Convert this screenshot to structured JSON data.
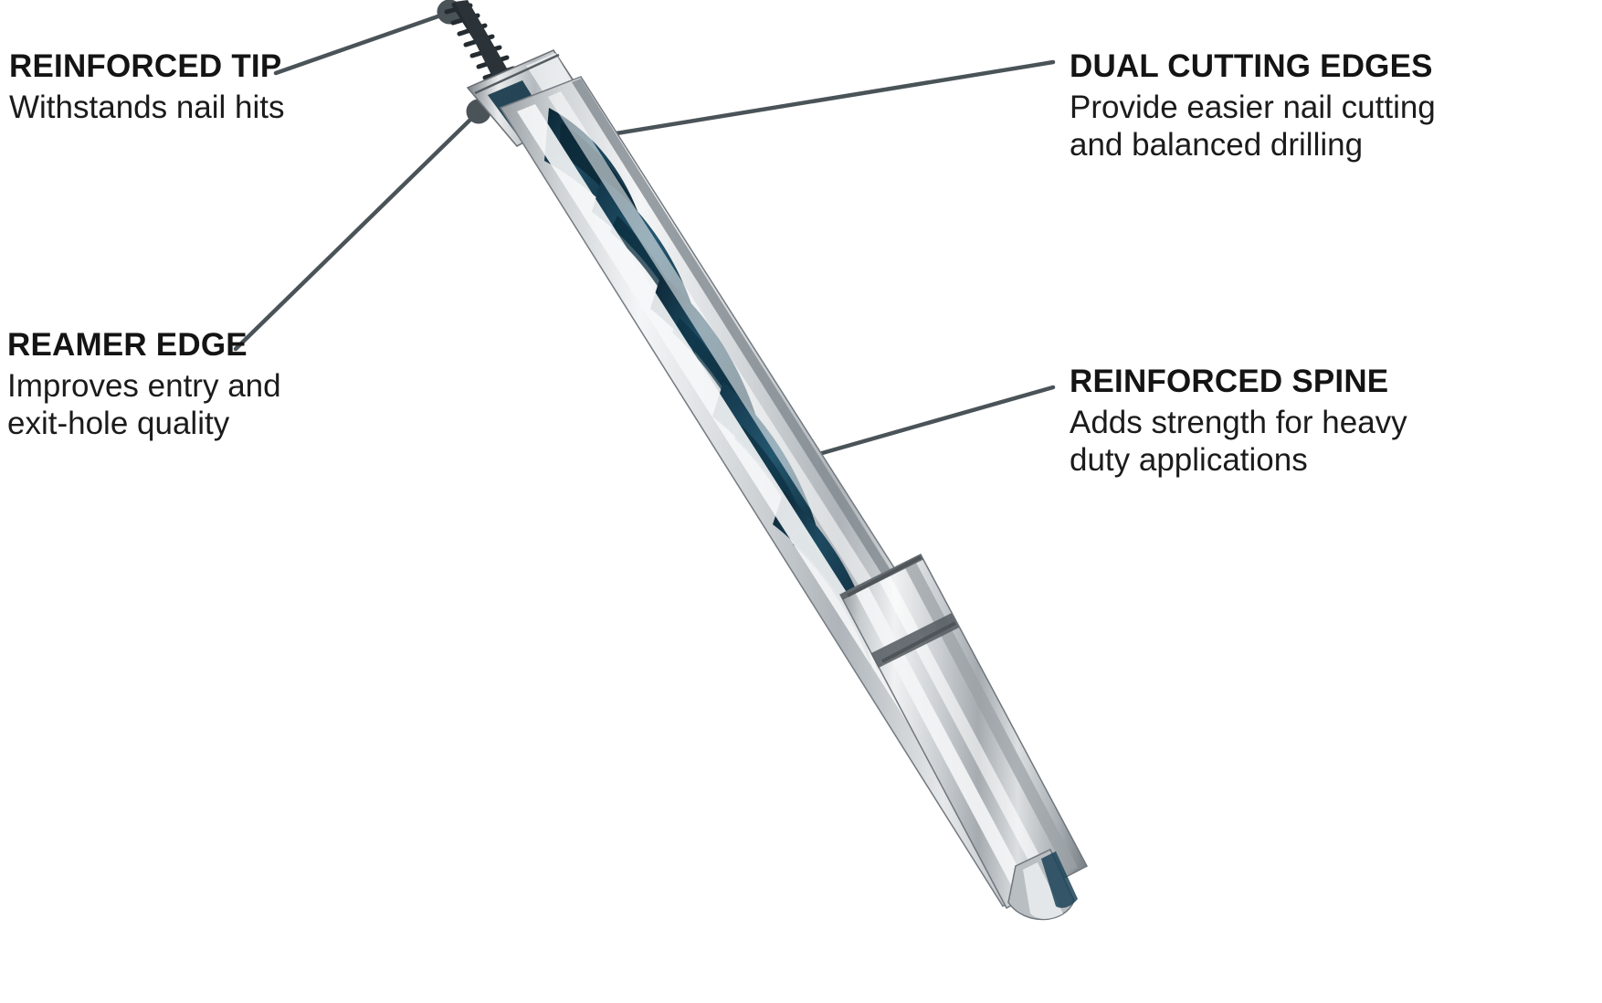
{
  "diagram": {
    "subject": "drill bit",
    "background_color": "#ffffff",
    "leader_line_color": "#4a5358",
    "title_color": "#141414",
    "body_color": "#1b1b1b"
  },
  "callouts": [
    {
      "id": "reinforced-tip",
      "title": "REINFORCED TIP",
      "lines": [
        "Withstands nail hits"
      ],
      "side": "left",
      "marker": "dot"
    },
    {
      "id": "reamer-edge",
      "title": "REAMER EDGE",
      "lines": [
        "Improves entry and",
        "exit-hole quality"
      ],
      "side": "left",
      "marker": "dot"
    },
    {
      "id": "dual-cutting-edges",
      "title": "DUAL CUTTING EDGES",
      "lines": [
        "Provide easier nail cutting",
        "and balanced drilling"
      ],
      "side": "right",
      "marker": "dot"
    },
    {
      "id": "reinforced-spine",
      "title": "REINFORCED SPINE",
      "lines": [
        "Adds strength for heavy",
        "duty applications"
      ],
      "side": "right",
      "marker": "none"
    }
  ],
  "product": {
    "name": "auger / nail-eater style wood drill bit",
    "flute_color": "#1b4357",
    "flute_shadow_color": "#0d2b3a",
    "steel_light": "#f2f3f4",
    "steel_mid": "#c3c7cb",
    "steel_dark": "#8d9398",
    "steel_edge": "#6d7378",
    "screw_tip_color": "#2b3338",
    "shank_ring_color": "#5a6166"
  }
}
